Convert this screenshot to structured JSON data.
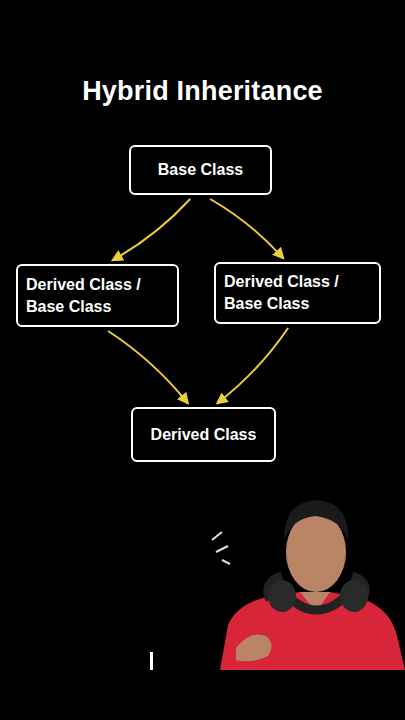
{
  "diagram": {
    "title": "Hybrid Inheritance",
    "nodes": [
      {
        "text": [
          "Base Class"
        ]
      },
      {
        "text": [
          "Derived Class / Base Class"
        ]
      },
      {
        "text": [
          "Derived Class / Base Class"
        ]
      },
      {
        "text": [
          "Derived Class"
        ]
      }
    ],
    "edges": [
      {
        "from": 0,
        "to": 1,
        "arrow": "to"
      },
      {
        "from": 0,
        "to": 2,
        "arrow": "to"
      },
      {
        "from": 1,
        "to": 3,
        "arrow": "to"
      },
      {
        "from": 2,
        "to": 3,
        "arrow": "to"
      }
    ]
  }
}
